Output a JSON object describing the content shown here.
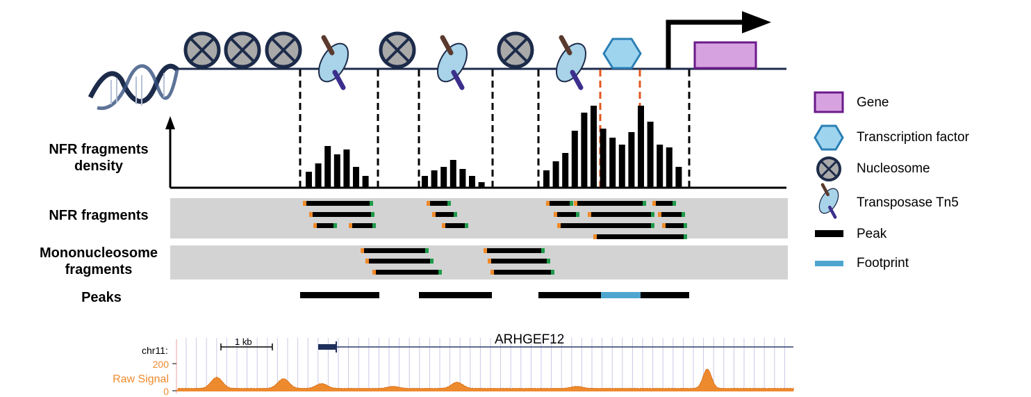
{
  "labels": {
    "nfr_density": [
      "NFR fragments",
      "density"
    ],
    "nfr_fragments": "NFR fragments",
    "mono_fragments": [
      "Mononucleosome",
      "fragments"
    ],
    "peaks": "Peaks"
  },
  "legend": [
    {
      "label": "Gene",
      "icon": "gene-box-icon"
    },
    {
      "label": "Transcription factor",
      "icon": "hexagon-icon"
    },
    {
      "label": "Nucleosome",
      "icon": "nucleosome-icon"
    },
    {
      "label": "Transposase Tn5",
      "icon": "transposase-icon"
    },
    {
      "label": "Peak",
      "icon": "peak-bar-icon"
    },
    {
      "label": "Footprint",
      "icon": "footprint-bar-icon"
    }
  ],
  "browser": {
    "gene_name": "ARHGEF12",
    "chrom": "chr11:",
    "scale": "1 kb",
    "track_label": "Raw Signal",
    "y_max": "200",
    "y_min": "0"
  },
  "colors": {
    "gene": "#d6a2e0",
    "gene_border": "#6a1a8a",
    "tf": "#9fd4ef",
    "tf_border": "#2a7fb5",
    "nucleosome": "#a9a9a9",
    "tn5": "#a8d3e8",
    "footprint": "#4ea6d0",
    "track_gray": "#d3d3d3",
    "orange": "#ef8a2a",
    "green": "#1f9a4a",
    "signal": "#ee8a2e",
    "tf_dash": "#e2561d"
  }
}
